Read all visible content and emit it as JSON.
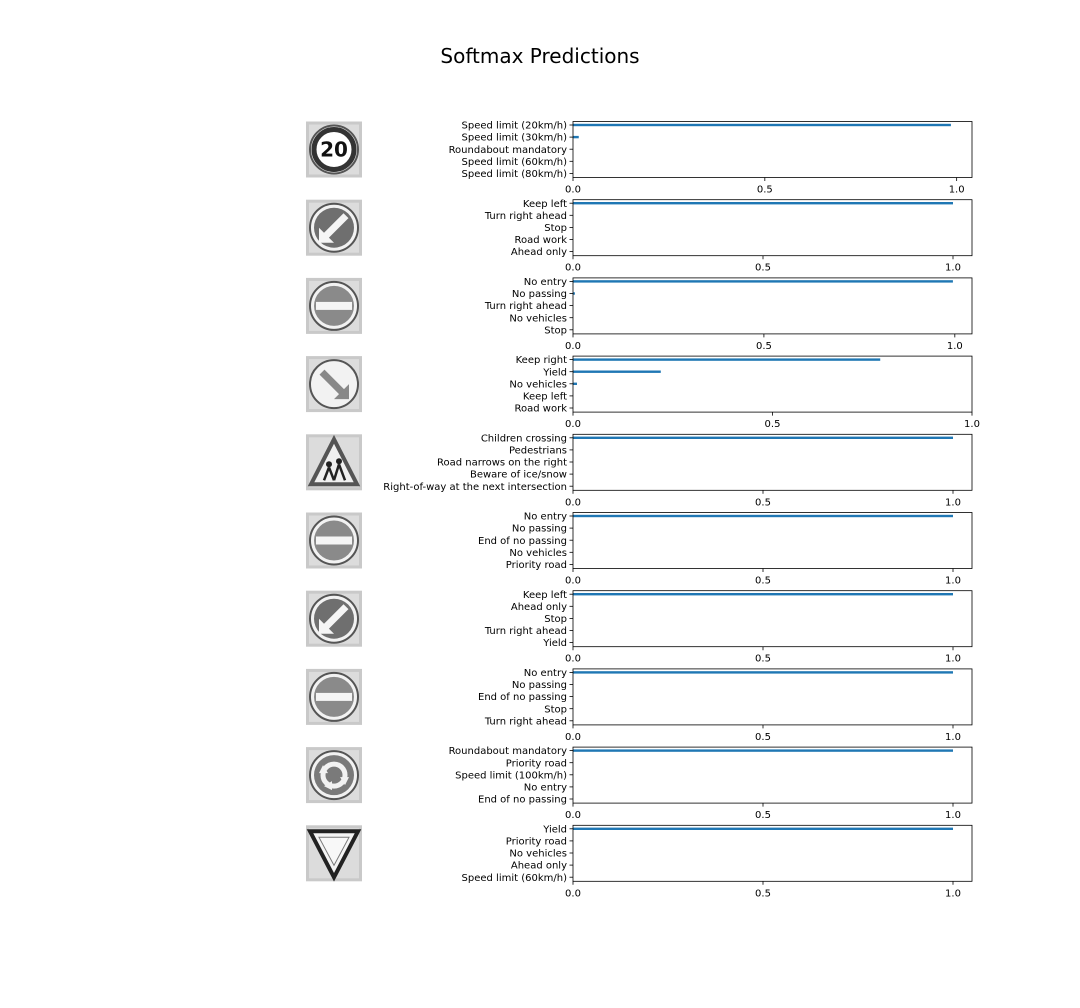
{
  "title": "Softmax Predictions",
  "colors": {
    "bar": "#1f77b4",
    "axis": "#000000",
    "background": "#ffffff"
  },
  "chart_data": [
    {
      "type": "bar",
      "orientation": "horizontal",
      "image_icon": "speed-limit-20-sign-icon",
      "categories": [
        "Speed limit (20km/h)",
        "Speed limit (30km/h)",
        "Roundabout mandatory",
        "Speed limit (60km/h)",
        "Speed limit (80km/h)"
      ],
      "values": [
        0.985,
        0.015,
        0.0,
        0.0,
        0.0
      ],
      "xlim": [
        0,
        1.04
      ],
      "xticks": [
        0.0,
        0.5,
        1.0
      ],
      "xtick_labels": [
        "0.0",
        "0.5",
        "1.0"
      ]
    },
    {
      "type": "bar",
      "orientation": "horizontal",
      "image_icon": "keep-left-sign-icon",
      "categories": [
        "Keep left",
        "Turn right ahead",
        "Stop",
        "Road work",
        "Ahead only"
      ],
      "values": [
        1.0,
        0.0,
        0.0,
        0.0,
        0.0
      ],
      "xlim": [
        0,
        1.05
      ],
      "xticks": [
        0.0,
        0.5,
        1.0
      ],
      "xtick_labels": [
        "0.0",
        "0.5",
        "1.0"
      ]
    },
    {
      "type": "bar",
      "orientation": "horizontal",
      "image_icon": "no-entry-sign-icon",
      "categories": [
        "No entry",
        "No passing",
        "Turn right ahead",
        "No vehicles",
        "Stop"
      ],
      "values": [
        0.995,
        0.005,
        0.0,
        0.0,
        0.0
      ],
      "xlim": [
        0,
        1.045
      ],
      "xticks": [
        0.0,
        0.5,
        1.0
      ],
      "xtick_labels": [
        "0.0",
        "0.5",
        "1.0"
      ]
    },
    {
      "type": "bar",
      "orientation": "horizontal",
      "image_icon": "keep-right-sign-icon",
      "categories": [
        "Keep right",
        "Yield",
        "No vehicles",
        "Keep left",
        "Road work"
      ],
      "values": [
        0.77,
        0.22,
        0.01,
        0.0,
        0.0
      ],
      "xlim": [
        0,
        1.0
      ],
      "xticks": [
        0.0,
        0.5,
        1.0
      ],
      "xtick_labels": [
        "0.0",
        "0.5",
        "1.0"
      ]
    },
    {
      "type": "bar",
      "orientation": "horizontal",
      "image_icon": "children-crossing-sign-icon",
      "categories": [
        "Children crossing",
        "Pedestrians",
        "Road narrows on the right",
        "Beware of ice/snow",
        "Right-of-way at the next intersection"
      ],
      "values": [
        1.0,
        0.0,
        0.0,
        0.0,
        0.0
      ],
      "xlim": [
        0,
        1.05
      ],
      "xticks": [
        0.0,
        0.5,
        1.0
      ],
      "xtick_labels": [
        "0.0",
        "0.5",
        "1.0"
      ]
    },
    {
      "type": "bar",
      "orientation": "horizontal",
      "image_icon": "no-entry-sign-icon",
      "categories": [
        "No entry",
        "No passing",
        "End of no passing",
        "No vehicles",
        "Priority road"
      ],
      "values": [
        1.0,
        0.0,
        0.0,
        0.0,
        0.0
      ],
      "xlim": [
        0,
        1.05
      ],
      "xticks": [
        0.0,
        0.5,
        1.0
      ],
      "xtick_labels": [
        "0.0",
        "0.5",
        "1.0"
      ]
    },
    {
      "type": "bar",
      "orientation": "horizontal",
      "image_icon": "keep-left-sign-icon",
      "categories": [
        "Keep left",
        "Ahead only",
        "Stop",
        "Turn right ahead",
        "Yield"
      ],
      "values": [
        1.0,
        0.0,
        0.0,
        0.0,
        0.0
      ],
      "xlim": [
        0,
        1.05
      ],
      "xticks": [
        0.0,
        0.5,
        1.0
      ],
      "xtick_labels": [
        "0.0",
        "0.5",
        "1.0"
      ]
    },
    {
      "type": "bar",
      "orientation": "horizontal",
      "image_icon": "no-entry-sign-icon",
      "categories": [
        "No entry",
        "No passing",
        "End of no passing",
        "Stop",
        "Turn right ahead"
      ],
      "values": [
        1.0,
        0.0,
        0.0,
        0.0,
        0.0
      ],
      "xlim": [
        0,
        1.05
      ],
      "xticks": [
        0.0,
        0.5,
        1.0
      ],
      "xtick_labels": [
        "0.0",
        "0.5",
        "1.0"
      ]
    },
    {
      "type": "bar",
      "orientation": "horizontal",
      "image_icon": "roundabout-sign-icon",
      "categories": [
        "Roundabout mandatory",
        "Priority road",
        "Speed limit (100km/h)",
        "No entry",
        "End of no passing"
      ],
      "values": [
        1.0,
        0.0,
        0.0,
        0.0,
        0.0
      ],
      "xlim": [
        0,
        1.05
      ],
      "xticks": [
        0.0,
        0.5,
        1.0
      ],
      "xtick_labels": [
        "0.0",
        "0.5",
        "1.0"
      ]
    },
    {
      "type": "bar",
      "orientation": "horizontal",
      "image_icon": "yield-sign-icon",
      "categories": [
        "Yield",
        "Priority road",
        "No vehicles",
        "Ahead only",
        "Speed limit (60km/h)"
      ],
      "values": [
        1.0,
        0.0,
        0.0,
        0.0,
        0.0
      ],
      "xlim": [
        0,
        1.05
      ],
      "xticks": [
        0.0,
        0.5,
        1.0
      ],
      "xtick_labels": [
        "0.0",
        "0.5",
        "1.0"
      ]
    }
  ]
}
